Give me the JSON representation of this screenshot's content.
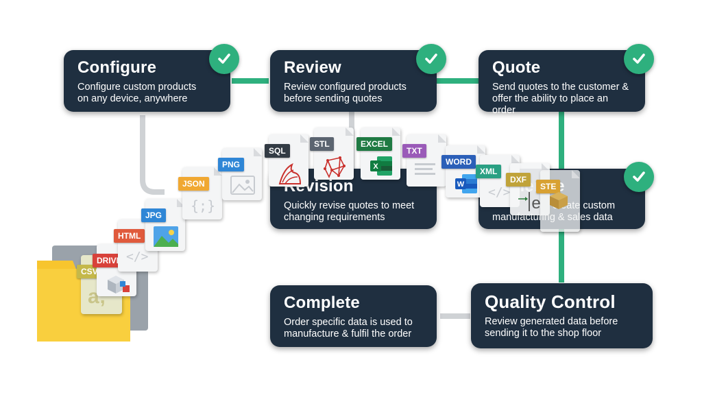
{
  "steps": {
    "configure": {
      "title": "Configure",
      "desc1": "Configure custom products",
      "desc2": "on any device, anywhere"
    },
    "review": {
      "title": "Review",
      "desc1": "Review configured products",
      "desc2": "before sending quotes"
    },
    "quote": {
      "title": "Quote",
      "desc1": "Send quotes to the customer &",
      "desc2": "offer the ability to place an order"
    },
    "revision": {
      "title": "Revision",
      "desc1": "Quickly revise quotes to meet",
      "desc2": "changing requirements"
    },
    "generate": {
      "title": "Generate",
      "desc1": "create custom",
      "desc2": "manufacturing & sales data"
    },
    "quality": {
      "title": "Quality Control",
      "desc1": "Review generated data before",
      "desc2": "sending it to the shop floor"
    },
    "complete": {
      "title": "Complete",
      "desc1": "Order specific data is used to",
      "desc2": "manufacture & fulfil the order"
    }
  },
  "file_types": {
    "csv": {
      "label": "CSV",
      "color": "#c4b84a"
    },
    "drive": {
      "label": "DRIVE",
      "color": "#d8413a"
    },
    "html": {
      "label": "HTML",
      "color": "#e05a3c"
    },
    "jpg": {
      "label": "JPG",
      "color": "#2f86d6"
    },
    "json": {
      "label": "JSON",
      "color": "#f0a832"
    },
    "png": {
      "label": "PNG",
      "color": "#2f86d6"
    },
    "sql": {
      "label": "SQL",
      "color": "#333b44"
    },
    "stl": {
      "label": "STL",
      "color": "#5b6470"
    },
    "excel": {
      "label": "EXCEL",
      "color": "#1f7a43"
    },
    "txt": {
      "label": "TXT",
      "color": "#9a5ab8"
    },
    "word": {
      "label": "WORD",
      "color": "#2b5fb8"
    },
    "xml": {
      "label": "XML",
      "color": "#2aa083"
    },
    "dxf": {
      "label": "DXF",
      "color": "#c0a33a"
    },
    "step": {
      "label": "STE",
      "color": "#d8a133"
    }
  },
  "colors": {
    "card": "#1f2f40",
    "accent": "#2eb07e",
    "connector_gray": "#cfd2d5",
    "folder": "#f7c52e"
  }
}
